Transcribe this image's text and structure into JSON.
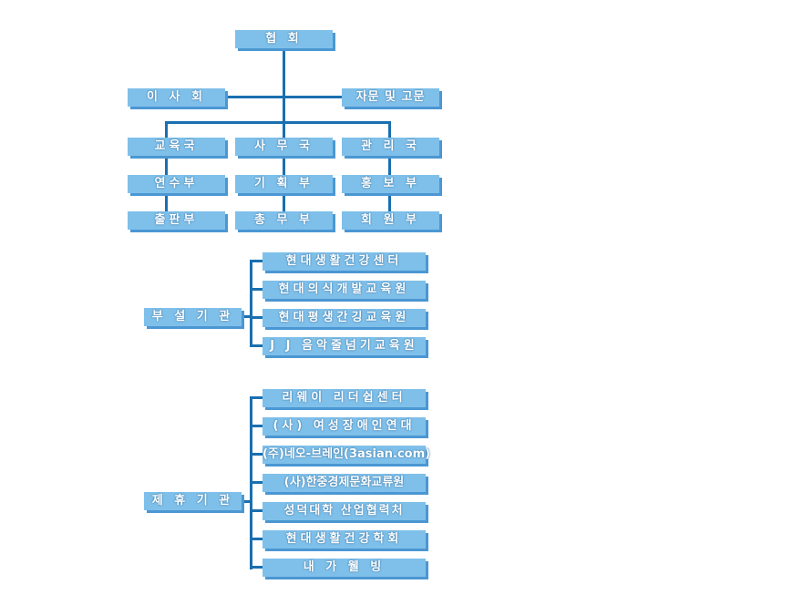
{
  "top": "협      회",
  "board": "이 사 회",
  "advisory": "자문 및 고문",
  "bureaus": [
    {
      "name": "교육국",
      "depts": [
        "연수부",
        "출판부"
      ]
    },
    {
      "name": "사 무 국",
      "depts": [
        "기 획 부",
        "총 무 부"
      ]
    },
    {
      "name": "관 리 국",
      "depts": [
        "홍 보 부",
        "회 원 부"
      ]
    }
  ],
  "affiliated": {
    "label": "부 설 기 관",
    "items": [
      "현대생활건강센터",
      "현대의식개발교육원",
      "현대평생간깅교육원",
      "J J 음악줄넘기교육원"
    ]
  },
  "partners": {
    "label": "제 휴 기 관",
    "items": [
      "리웨이  리더쉽센터",
      "(사) 여성장애인연대",
      "(주)네오-브레인(3asian.com)",
      "(사)한중경제문화교류원",
      "성덕대학 산업협력처",
      "현대생활건강학회",
      "내   가   웰   빙"
    ]
  }
}
